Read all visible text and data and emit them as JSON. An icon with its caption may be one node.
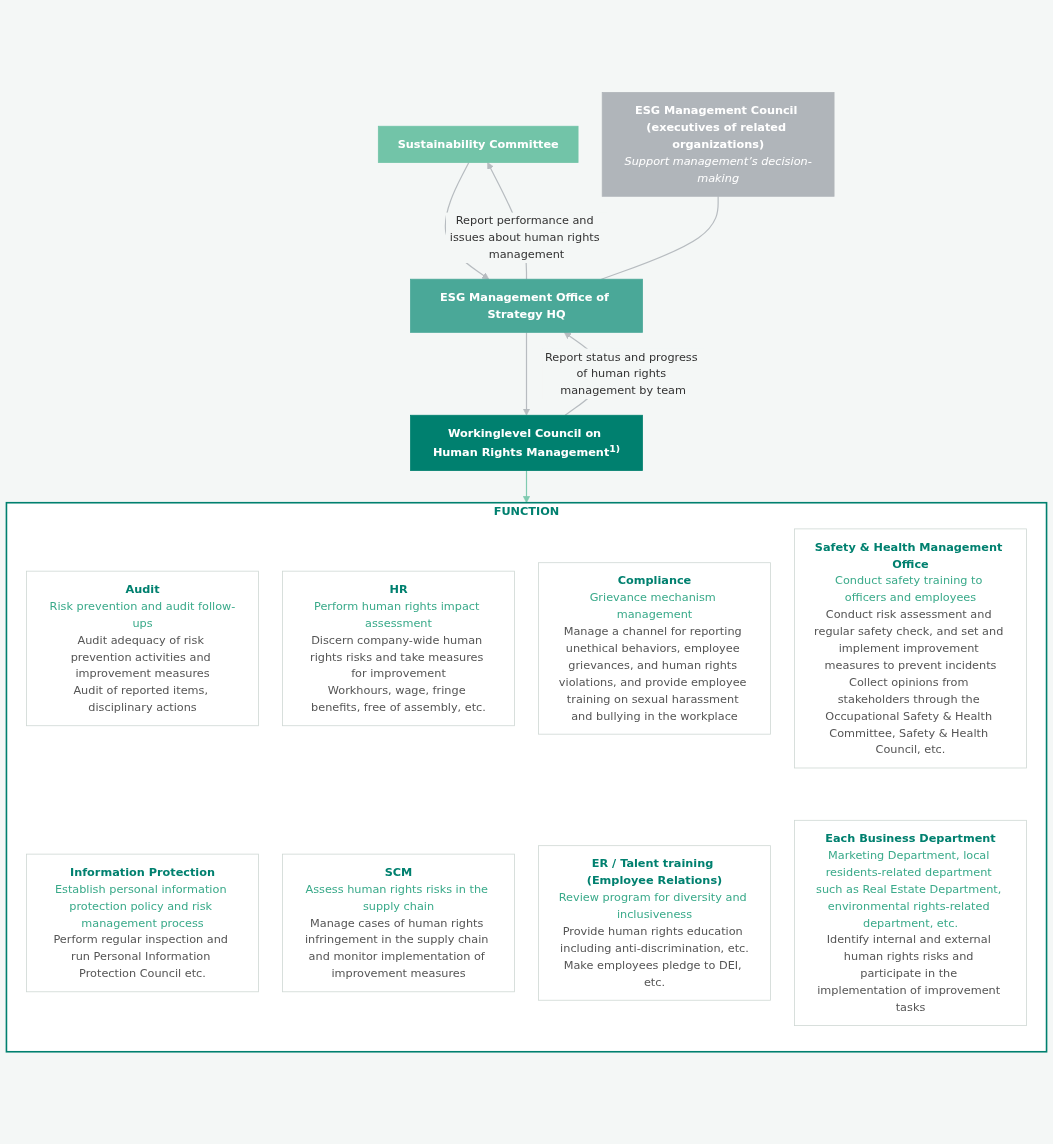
{
  "diagram": {
    "nodes": [
      {
        "text": [
          "Sustainability Committee"
        ]
      },
      {
        "text": [
          "ESG Management Office of Strategy HQ"
        ]
      },
      {
        "text": [
          "Workinglevel Council on Human Rights Management$^{1)}$"
        ]
      },
      {
        "text": [
          "ESG Management Council (executives of related organizations)",
          "Support management’s decision-making"
        ]
      },
      {
        "text": [
          "FUNCTION"
        ]
      },
      {
        "text": [
          "Audit",
          "Risk prevention and audit follow-ups",
          "Audit adequacy of risk prevention activities and improvement measures",
          "Audit of reported items, disciplinary actions"
        ],
        "in": 4
      },
      {
        "text": [
          "HR",
          "Perform human rights impact assessment",
          "Discern company-wide human rights risks and take measures for improvement",
          "Workhours, wage, fringe benefits, free of assembly, etc."
        ],
        "in": 4
      },
      {
        "text": [
          "Compliance",
          "Grievance mechanism management",
          "Manage a channel for reporting unethical behaviors, employee grievances, and human rights violations, and provide employee training on sexual harassment and bullying in the workplace"
        ],
        "in": 4
      },
      {
        "text": [
          "Safety & Health Management Office",
          "Conduct safety training to officers and employees",
          "Conduct risk assessment and regular safety check, and set and implement improvement measures to prevent incidents",
          "Collect opinions from stakeholders through the Occupational Safety & Health Committee, Safety & Health Council, etc."
        ],
        "in": 4
      },
      {
        "text": [
          "Information Protection",
          "Establish personal information protection policy and risk management process",
          "Perform regular inspection and run Personal Information Protection Council etc."
        ],
        "in": 4
      },
      {
        "text": [
          "SCM",
          "Assess human rights risks in the supply chain",
          "Manage cases of human rights infringement in the supply chain and monitor implementation of improvement measures"
        ],
        "in": 4
      },
      {
        "text": [
          "ER / Talent training (Employee Relations)",
          "Review program for diversity and inclusiveness",
          "Provide human rights education including anti-discrimination, etc.",
          "Make employees pledge to DEI, etc."
        ],
        "in": 4
      },
      {
        "text": [
          "Each Business Department",
          "Marketing Department, local residents-related department such as Real Estate Department, environmental rights-related department, etc.",
          "Identify internal and external human rights risks and participate in the implementation of improvement tasks"
        ],
        "in": 4
      }
    ],
    "edges": [
      {
        "from": 0,
        "to": 1,
        "arrow": "to"
      },
      {
        "from": 1,
        "to": 0,
        "arrow": "to",
        "label": "Report performance and issues about human rights management"
      },
      {
        "from": 1,
        "to": 2,
        "arrow": "to"
      },
      {
        "from": 2,
        "to": 1,
        "arrow": "to",
        "label": "Report status and progress of human rights management by team"
      },
      {
        "from": 3,
        "to": 1,
        "arrow": "none"
      },
      {
        "from": 2,
        "to": 4,
        "arrow": "to",
        "color": "#7fcbb0"
      }
    ]
  }
}
